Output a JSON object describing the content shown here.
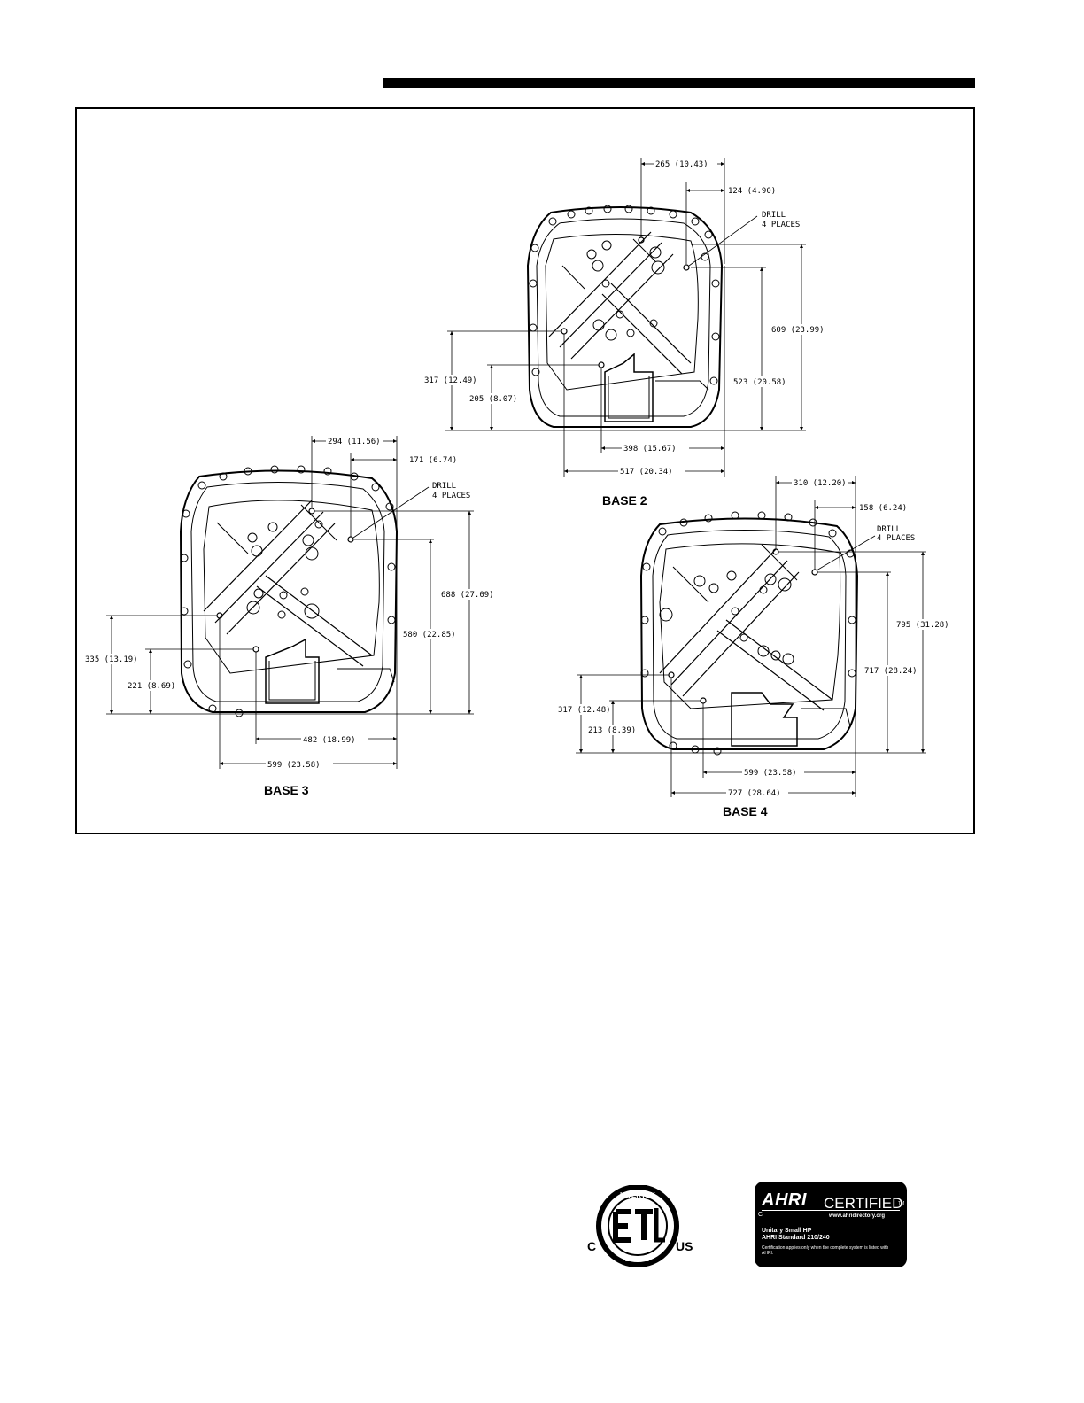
{
  "drawings": {
    "base2": {
      "title": "BASE 2",
      "dims": {
        "top_width": "265 (10.43)",
        "top_offset": "124 (4.90)",
        "drill_1": "DRILL",
        "drill_2": "4 PLACES",
        "right_outer": "609 (23.99)",
        "right_inner": "523 (20.58)",
        "left_outer": "317 (12.49)",
        "left_inner": "205 (8.07)",
        "bottom_inner": "398 (15.67)",
        "bottom_outer": "517 (20.34)"
      }
    },
    "base3": {
      "title": "BASE 3",
      "dims": {
        "top_width": "294 (11.56)",
        "top_offset": "171 (6.74)",
        "drill_1": "DRILL",
        "drill_2": "4 PLACES",
        "right_outer": "688 (27.09)",
        "right_inner": "580 (22.85)",
        "left_outer": "335 (13.19)",
        "left_inner": "221 (8.69)",
        "bottom_inner": "482 (18.99)",
        "bottom_outer": "599 (23.58)"
      }
    },
    "base4": {
      "title": "BASE 4",
      "dims": {
        "top_width": "310 (12.20)",
        "top_offset": "158 (6.24)",
        "drill_1": "DRILL",
        "drill_2": "4 PLACES",
        "right_outer": "795 (31.28)",
        "right_inner": "717 (28.24)",
        "left_outer": "317 (12.48)",
        "left_inner": "213 (8.39)",
        "bottom_inner": "599 (23.58)",
        "bottom_outer": "727 (28.64)"
      }
    }
  },
  "logos": {
    "etl": {
      "top": "INTERTEK",
      "bottom": "LISTED",
      "left": "C",
      "right": "US"
    },
    "ahri": {
      "logo": "AHRI",
      "certified": "CERTIFIED",
      "url": "www.ahridirectory.org",
      "line1": "Unitary Small HP",
      "line2": "AHRI Standard 210/240",
      "note": "Certification applies only when the complete system is listed with AHRI."
    }
  }
}
